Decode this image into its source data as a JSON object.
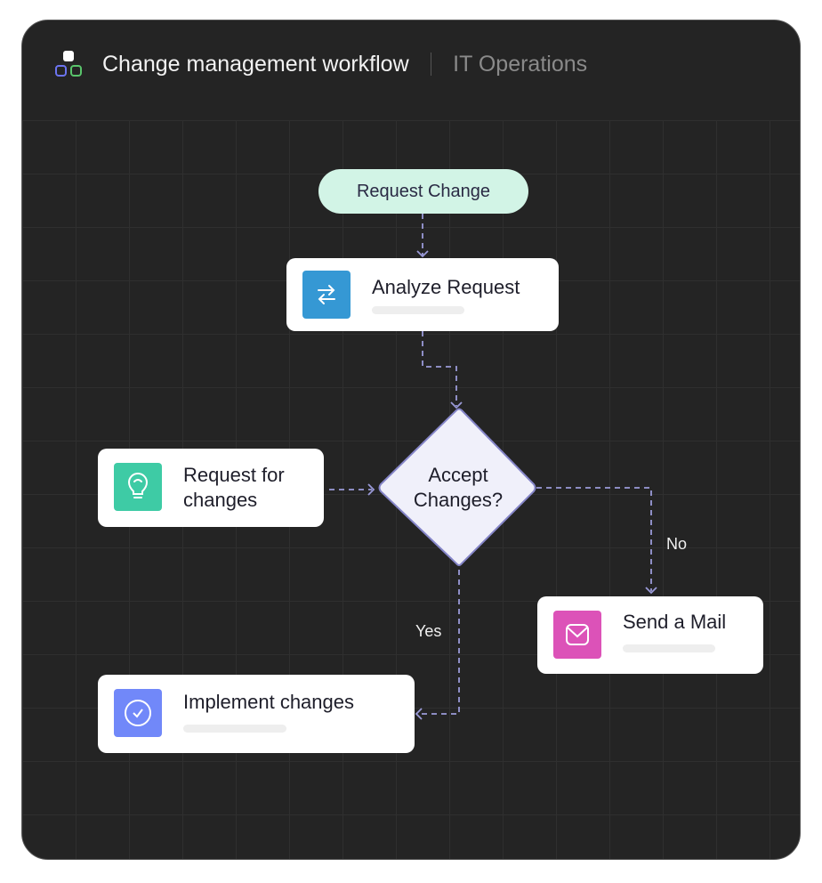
{
  "header": {
    "title": "Change management workflow",
    "subtitle": "IT Operations",
    "logo_icon": "apps-icon"
  },
  "nodes": {
    "start": {
      "label": "Request Change",
      "color": "#d2f4e6"
    },
    "analyze": {
      "label": "Analyze Request",
      "icon": "swap-arrows-icon",
      "color": "#3598d4"
    },
    "decision": {
      "line1": "Accept",
      "line2": "Changes?",
      "color": "#f0f0fa"
    },
    "request_for": {
      "line1": "Request for",
      "line2": "changes",
      "icon": "lightbulb-icon",
      "color": "#3ecba5"
    },
    "send_mail": {
      "label": "Send a Mail",
      "icon": "mail-icon",
      "color": "#dc52b8"
    },
    "implement": {
      "label": "Implement changes",
      "icon": "check-circle-icon",
      "color": "#7188f9"
    }
  },
  "edges": {
    "no_label": "No",
    "yes_label": "Yes",
    "color": "#9a9ad8"
  }
}
